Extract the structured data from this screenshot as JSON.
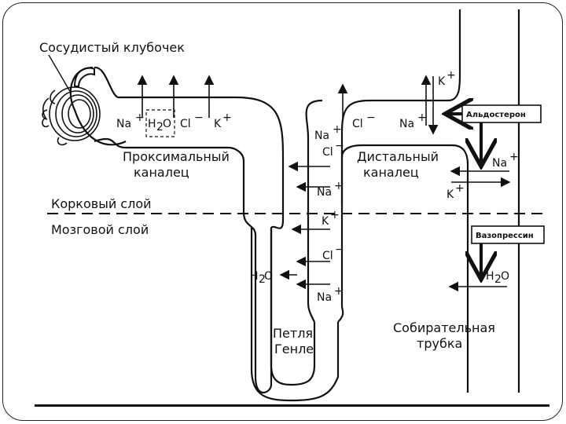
{
  "labels": {
    "glomerulus": "Сосудистый клубочек",
    "proximal_1": "Проксимальный",
    "proximal_2": "каналец",
    "distal_1": "Дистальный",
    "distal_2": "каналец",
    "cortex": "Корковый слой",
    "medulla": "Мозговой слой",
    "loop_1": "Петля",
    "loop_2": "Генле",
    "collecting_1": "Собирательная",
    "collecting_2": "трубка"
  },
  "hormones": {
    "aldosterone": "Альдостерон",
    "vasopressin": "Вазопрессин"
  },
  "ions": {
    "na": "Na",
    "k": "K",
    "cl": "Cl",
    "h2o_h": "H",
    "h2o_2": "2",
    "h2o_o": "O",
    "plus": "+",
    "minus": "−"
  },
  "colors": {
    "ink": "#111111",
    "background": "#ffffff"
  }
}
